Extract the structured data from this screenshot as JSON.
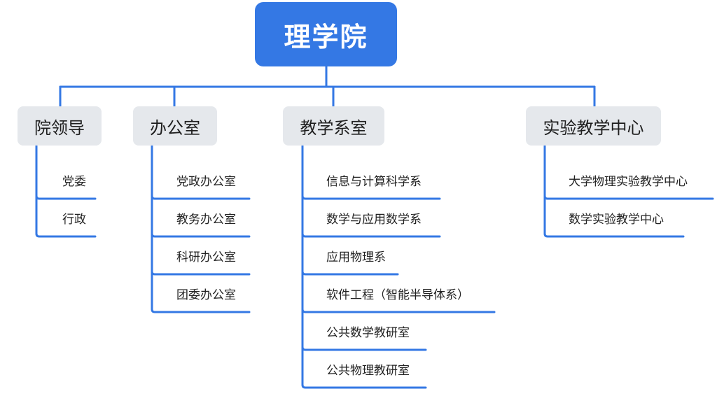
{
  "root": {
    "label": "理学院"
  },
  "branches": [
    {
      "label": "院领导",
      "children": [
        "党委",
        "行政"
      ]
    },
    {
      "label": "办公室",
      "children": [
        "党政办公室",
        "教务办公室",
        "科研办公室",
        "团委办公室"
      ]
    },
    {
      "label": "教学系室",
      "children": [
        "信息与计算科学系",
        "数学与应用数学系",
        "应用物理系",
        "软件工程（智能半导体系）",
        "公共数学教研室",
        "公共物理教研室"
      ]
    },
    {
      "label": "实验教学中心",
      "children": [
        "大学物理实验教学中心",
        "数学实验教学中心"
      ]
    }
  ],
  "colors": {
    "root_bg": "#3478e4",
    "connector": "#3478e4",
    "branch_bg": "#e5e8ec"
  }
}
